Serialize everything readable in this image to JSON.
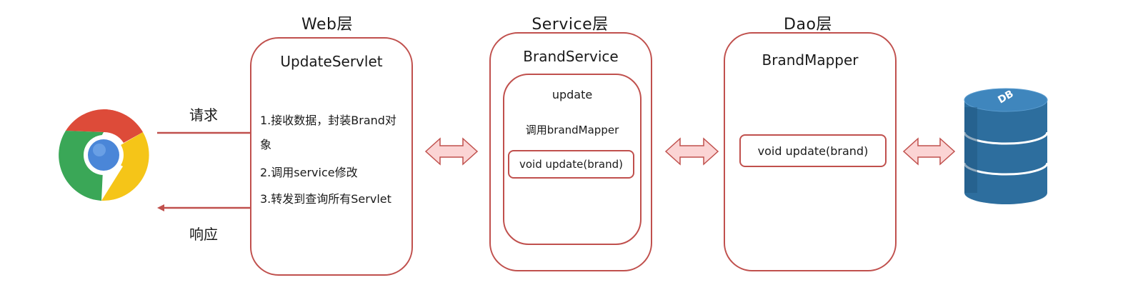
{
  "layers": {
    "web": {
      "title": "Web层",
      "component": "UpdateServlet",
      "steps": [
        "1.接收数据，封装Brand对",
        "象",
        "2.调用service修改",
        "3.转发到查询所有Servlet"
      ]
    },
    "service": {
      "title": "Service层",
      "component": "BrandService",
      "method_name": "update",
      "call_text": "调用brandMapper",
      "signature": "void update(brand)"
    },
    "dao": {
      "title": "Dao层",
      "component": "BrandMapper",
      "signature": "void update(brand)"
    }
  },
  "flows": {
    "request_label": "请求",
    "response_label": "响应"
  },
  "database": {
    "label": "DB",
    "icon": "database-icon"
  },
  "browser": {
    "icon": "chrome-icon"
  },
  "colors": {
    "box_border": "#c0504d",
    "arrow_line": "#c0504d",
    "double_arrow_fill": "#fbd4d4",
    "double_arrow_stroke": "#c0504d",
    "db_blue": "#2d6e9e"
  }
}
